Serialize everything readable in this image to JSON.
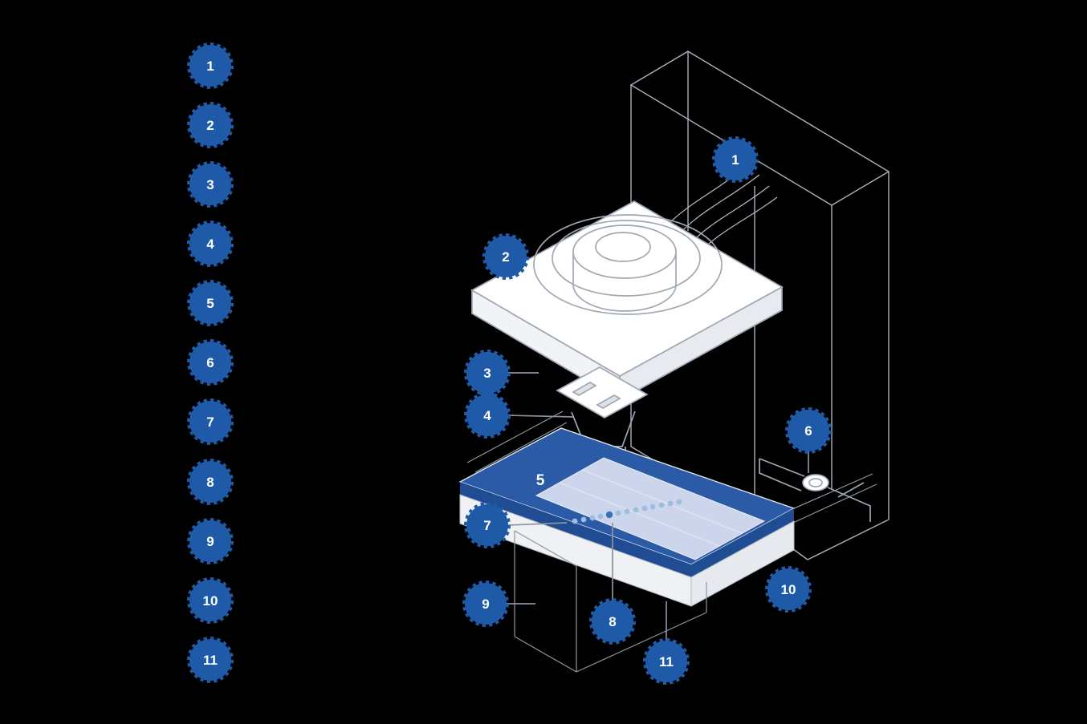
{
  "colors": {
    "background": "#000000",
    "badge_fill": "#1e5aa8",
    "badge_text": "#ffffff",
    "line_art": "#a9b1bb",
    "tray_fill": "#2b5ba6",
    "tray_edge": "#1f4c92",
    "filter_panel": "#ccd5ec",
    "led_dot": "#9dbede",
    "surface_white": "#ffffff"
  },
  "legend": {
    "items": [
      {
        "number": "1"
      },
      {
        "number": "2"
      },
      {
        "number": "3"
      },
      {
        "number": "4"
      },
      {
        "number": "5"
      },
      {
        "number": "6"
      },
      {
        "number": "7"
      },
      {
        "number": "8"
      },
      {
        "number": "9"
      },
      {
        "number": "10"
      },
      {
        "number": "11"
      }
    ]
  },
  "diagram": {
    "callouts": [
      {
        "number": "1"
      },
      {
        "number": "2"
      },
      {
        "number": "3"
      },
      {
        "number": "4"
      },
      {
        "number": "6"
      },
      {
        "number": "7"
      },
      {
        "number": "8"
      },
      {
        "number": "9"
      },
      {
        "number": "10"
      },
      {
        "number": "11"
      }
    ],
    "inline_labels": [
      {
        "number": "5"
      }
    ]
  }
}
